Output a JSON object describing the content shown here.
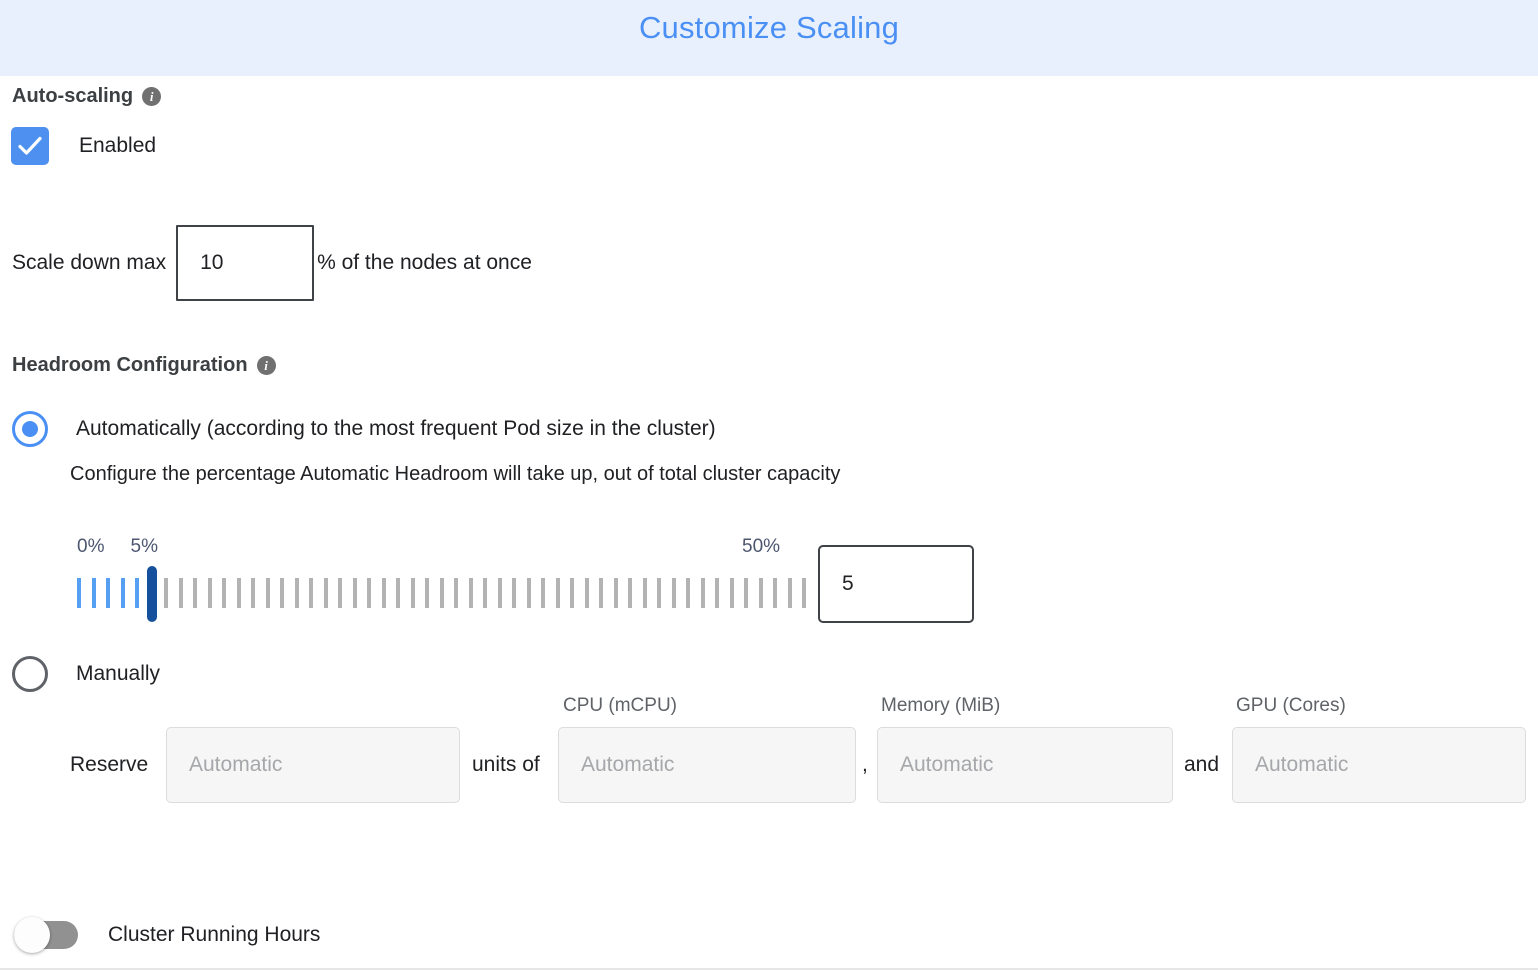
{
  "header": {
    "title": "Customize Scaling",
    "background": "#e9f0fd",
    "title_color": "#4a90f4"
  },
  "autoscaling": {
    "heading": "Auto-scaling",
    "info_icon": "info-icon",
    "info_glyph": "i",
    "checkbox_checked": true,
    "checkbox_label": "Enabled",
    "accent_color": "#4d90f0"
  },
  "scale_down": {
    "label": "Scale down max",
    "value": "10",
    "suffix": "% of the nodes at once"
  },
  "headroom": {
    "heading": "Headroom Configuration",
    "info_glyph": "i",
    "option_automatic": {
      "label": "Automatically (according to the most frequent Pod size in the cluster)",
      "selected": true,
      "description": "Configure the percentage Automatic Headroom will take up, out of total cluster capacity"
    },
    "slider": {
      "min_label": "0%",
      "current_label": "5%",
      "max_label": "50%",
      "min": 0,
      "max": 50,
      "value": 5,
      "tick_count": 51,
      "filled_color": "#55a0f2",
      "empty_color": "#b3b3b3",
      "thumb_color": "#14509b"
    },
    "value_input": "5",
    "option_manual": {
      "label": "Manually",
      "selected": false
    }
  },
  "reserve": {
    "word": "Reserve",
    "units_of": "units of",
    "comma": ",",
    "and": "and",
    "fields": [
      {
        "name": "units",
        "label": "",
        "value": "",
        "placeholder": "Automatic"
      },
      {
        "name": "cpu",
        "label": "CPU (mCPU)",
        "value": "",
        "placeholder": "Automatic"
      },
      {
        "name": "memory",
        "label": "Memory (MiB)",
        "value": "",
        "placeholder": "Automatic"
      },
      {
        "name": "gpu",
        "label": "GPU (Cores)",
        "value": "",
        "placeholder": "Automatic"
      }
    ]
  },
  "cluster_running_hours": {
    "label": "Cluster Running Hours",
    "enabled": false,
    "track_color": "#919191"
  }
}
